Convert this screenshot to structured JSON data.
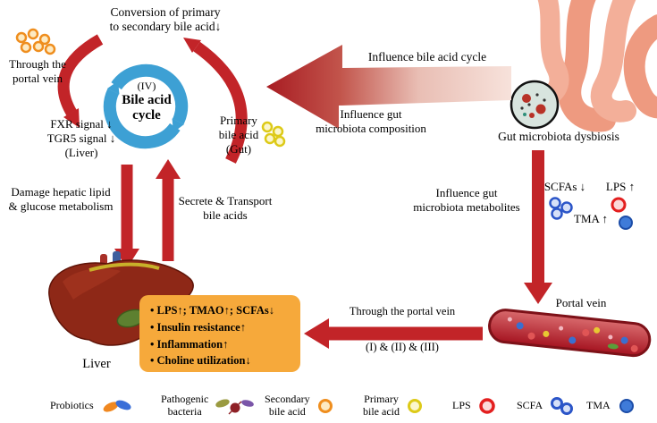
{
  "cycle": {
    "numeral": "(IV)",
    "name": "Bile acid\ncycle"
  },
  "labels": {
    "conversion": "Conversion of primary\nto secondary bile acid↓",
    "through_portal_vein_top": "Through the\nportal vein",
    "fxr_tgr5": "FXR signal ↓\nTGR5 signal ↓\n(Liver)",
    "primary_bile_acid_gut": "Primary\nbile acid\n(Gut)",
    "damage_hepatic": "Damage hepatic lipid\n& glucose metabolism",
    "secrete_transport": "Secrete & Transport\nbile acids",
    "influence_bile_acid_cycle": "Influence bile acid cycle",
    "influence_gut_composition": "Influence gut\nmicrobiota composition",
    "gut_dysbiosis": "Gut microbiota dysbiosis",
    "influence_gut_metabolites": "Influence gut\nmicrobiota metabolites",
    "scfas_down": "SCFAs ↓",
    "lps_up": "LPS ↑",
    "tma_up": "TMA ↑",
    "portal_vein": "Portal vein",
    "through_portal_vein_bottom": "Through the portal vein",
    "pathways": "(I) & (II) & (III)",
    "liver": "Liver"
  },
  "effects_box": {
    "items": [
      "• LPS↑; TMAO↑; SCFAs↓",
      "• Insulin resistance↑",
      "• Inflammation↑",
      "• Choline utilization↓"
    ]
  },
  "legend": [
    {
      "label": "Probiotics",
      "icon": "probiotics-icon"
    },
    {
      "label": "Pathogenic\nbacteria",
      "icon": "pathogenic-bacteria-icon"
    },
    {
      "label": "Secondary\nbile acid",
      "icon": "secondary-bile-acid-icon"
    },
    {
      "label": "Primary\nbile acid",
      "icon": "primary-bile-acid-icon"
    },
    {
      "label": "LPS",
      "icon": "lps-icon"
    },
    {
      "label": "SCFA",
      "icon": "scfa-icon"
    },
    {
      "label": "TMA",
      "icon": "tma-icon"
    }
  ],
  "colors": {
    "arrow_red": "#c22428",
    "cycle_blue": "#3da0d4",
    "box_orange": "#f6a93b",
    "intestine_salmon": "#ee9a80",
    "liver_red": "#8e2817",
    "vein_red": "#a51320",
    "secondary_bile_orange": "#ef8e1e",
    "primary_bile_yellow": "#ddca18",
    "lps_red": "#e31f1f",
    "scfa_blue": "#2b55c8",
    "tma_blue": "#3f7bd9"
  }
}
